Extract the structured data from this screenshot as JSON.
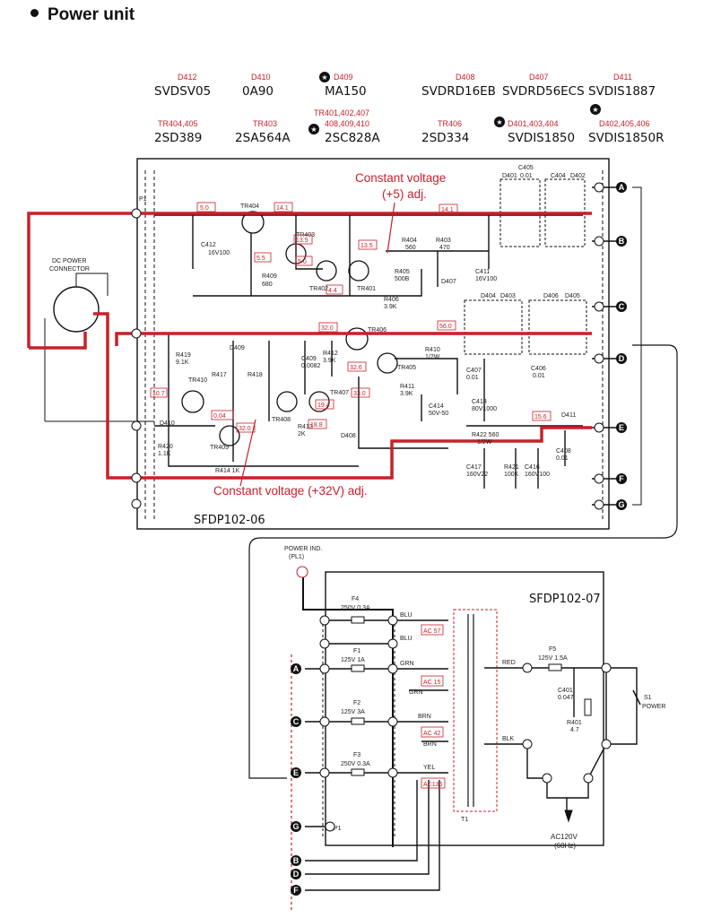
{
  "title": "Power unit",
  "legend_top": [
    {
      "ref": "D412",
      "part": "SVDSV05"
    },
    {
      "ref": "D410",
      "part": "0A90"
    },
    {
      "ref": "D409",
      "part": "MA150"
    },
    {
      "ref": "D408",
      "part": "SVDRD16EB"
    },
    {
      "ref": "D407",
      "part": "SVDRD56ECS"
    },
    {
      "ref": "D411",
      "part": "SVDIS1887"
    }
  ],
  "legend_bottom": [
    {
      "ref": "TR404,405",
      "part": "2SD389"
    },
    {
      "ref": "TR403",
      "part": "2SA564A"
    },
    {
      "ref": "TR401,402,407",
      "ref2": "408,409,410",
      "part": "2SC828A"
    },
    {
      "ref": "TR406",
      "part": "2SD334"
    },
    {
      "ref": "D401,403,404",
      "part": "SVDIS1850"
    },
    {
      "ref": "D402,405,406",
      "part": "SVDIS1850R"
    }
  ],
  "boards": {
    "upper": "SFDP102-06",
    "lower": "SFDP102-07"
  },
  "callouts": {
    "plus5": "Constant voltage",
    "plus5_adj": "(+5) adj.",
    "plus32": "Constant voltage (+32V) adj."
  },
  "connector": {
    "line1": "DC POWER",
    "line2": "CONNECTOR"
  },
  "terminals": [
    "A",
    "B",
    "C",
    "D",
    "E",
    "F",
    "G"
  ],
  "upper_labels": {
    "tr404": "TR404",
    "tr403": "TR403",
    "tr402": "TR402",
    "tr401": "TR401",
    "tr406": "TR406",
    "tr405": "TR405",
    "tr410": "TR410",
    "tr408": "TR408",
    "tr407": "TR407",
    "tr409": "TR409",
    "p1": "P1",
    "c412": "C412",
    "c412v": "16V100",
    "r409": "R409",
    "r409v": "680",
    "r404": "R404",
    "r404v": "560",
    "r403": "R403",
    "r403v": "470",
    "r405": "R405",
    "r405v": "500B",
    "r406": "R406",
    "r406v": "3.9K",
    "d407": "D407",
    "c411": "C411",
    "c411v": "16V100",
    "c405": "C405",
    "c405v": "0.01",
    "c404": "C404",
    "d401": "D401",
    "d402": "D402",
    "d404": "D404",
    "d403": "D403",
    "d406": "D406",
    "d405": "D405",
    "c407": "C407",
    "c407v": "0.01",
    "c406": "C406",
    "c406v": "0.01",
    "c414": "C414",
    "c414v": "50V-50",
    "c413": "C413",
    "c413v": "80V1000",
    "r411": "R411",
    "r411v": "3.9K",
    "r410": "R410",
    "r410v": "1/2W",
    "c409": "C409",
    "c409v": "0.0082",
    "r412": "R412",
    "r412v": "3.9K",
    "r419": "R419",
    "r419v": "9.1K",
    "r420": "R420",
    "r420v": "1.1K",
    "d410": "D410",
    "r417": "R417",
    "r418": "R418",
    "d409": "D409",
    "r413": "R413",
    "r413v": "2K",
    "d408": "D408",
    "r422": "R422 560",
    "r422v": "1/2W",
    "r421": "R421",
    "r421v": "100K",
    "c416": "C416",
    "c416v": "160V100",
    "c417": "C417",
    "c417v": "160V22",
    "c408": "C408",
    "c408v": "0.01",
    "d411": "D411",
    "r414": "R414 1K"
  },
  "voltages": [
    "5.0",
    "14.1",
    "13.5",
    "13.5",
    "5.5",
    "5.0",
    "14.1",
    "4.4",
    "32.0",
    "56.0",
    "32.6",
    "10.7",
    "33.0",
    "19.4",
    "32.0",
    "0.04",
    "18.8",
    "15.6"
  ],
  "lower_labels": {
    "power_ind": "POWER IND.",
    "pl1": "(PL1)",
    "f4": "F4",
    "f4v": "250V 0.3A",
    "f1": "F1",
    "f1v": "125V 1A",
    "f2": "F2",
    "f2v": "125V 3A",
    "f3": "F3",
    "f3v": "250V 0.3A",
    "f5": "F5",
    "f5v": "125V 1.5A",
    "blu1": "BLU",
    "blu2": "BLU",
    "grn1": "GRN",
    "grn2": "GRN",
    "brn1": "BRN",
    "brn2": "BRN",
    "yel": "YEL",
    "red": "RED",
    "blk": "BLK",
    "ac57": "AC 57",
    "ac15": "AC 15",
    "ac42": "AC 42",
    "ac135": "AC135",
    "t1": "T1",
    "c401": "C401",
    "c401v": "0.047",
    "r401": "R401",
    "r401v": "4.7",
    "s1": "S1",
    "s1v": "POWER",
    "p1": "P1",
    "ac120": "AC120V",
    "hz": "(60Hz)"
  }
}
